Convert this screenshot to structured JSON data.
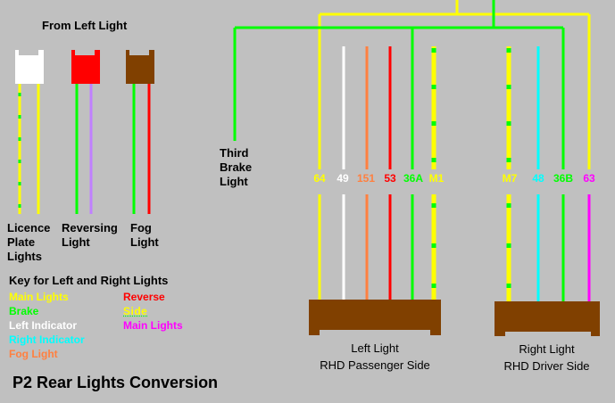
{
  "colors": {
    "background": "#c0c0c0",
    "main": "#ffff00",
    "brake": "#00ff00",
    "reverse": "#ff0000",
    "left_indicator": "#ffffff",
    "right_indicator": "#00ffff",
    "fog": "#ff8040",
    "main_alt": "#ff00ff",
    "reversing_wire": "#c080ff",
    "connector": "#804000"
  },
  "left_section": {
    "header": "From Left Light",
    "labels": {
      "licence": "Licence\nPlate\nLights",
      "reversing": "Reversing\nLight",
      "fog": "Fog\nLight"
    }
  },
  "third_brake_label": "Third\nBrake\nLight",
  "pins": {
    "p64": "64",
    "p49": "49",
    "p151": "151",
    "p53": "53",
    "p36a": "36A",
    "pM1": "M1",
    "pM7": "M7",
    "p48": "48",
    "p36b": "36B",
    "p63": "63"
  },
  "key": {
    "heading": "Key for Left and Right Lights",
    "main": "Main Lights",
    "reverse": "Reverse",
    "brake": "Brake",
    "side": "Side",
    "left_indicator": "Left Indicator",
    "main2": "Main Lights",
    "right_indicator": "Right Indicator",
    "fog": "Fog Light"
  },
  "connectors": {
    "left_caption": "Left Light\nRHD Passenger Side",
    "right_caption": "Right Light\nRHD Driver Side"
  },
  "footer_title": "P2 Rear Lights Conversion"
}
